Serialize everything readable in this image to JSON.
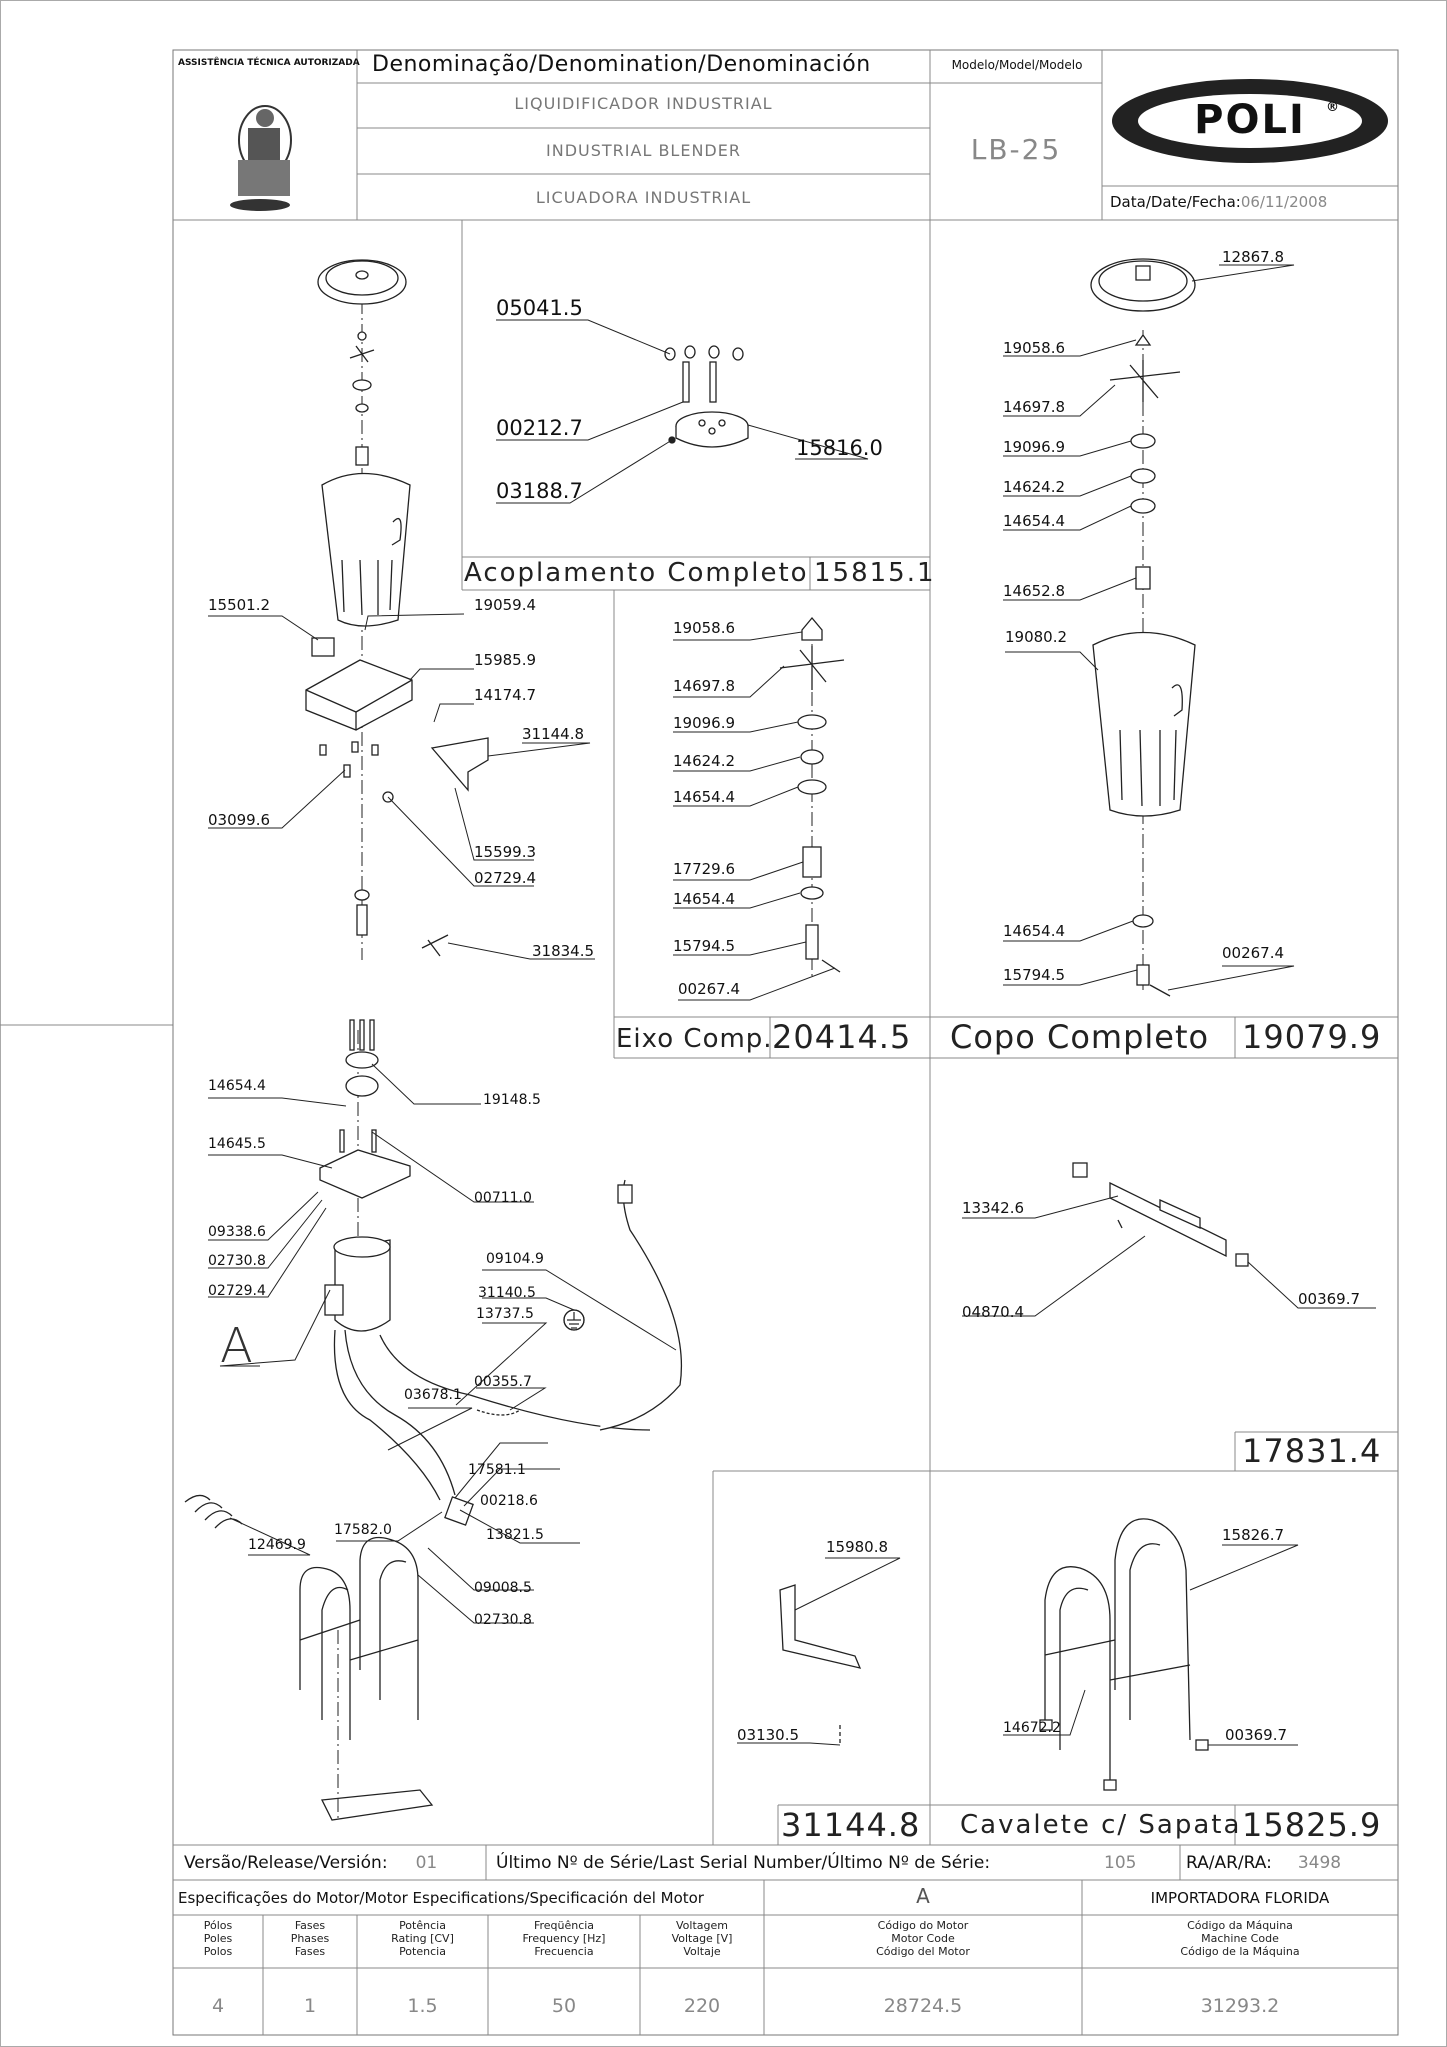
{
  "header": {
    "seal_text": "ASSISTÊNCIA TÉCNICA AUTORIZADA",
    "denomination_label": "Denominação/Denomination/Denominación",
    "name_pt": "LIQUIDIFICADOR INDUSTRIAL",
    "name_en": "INDUSTRIAL BLENDER",
    "name_es": "LICUADORA INDUSTRIAL",
    "model_label": "Modelo/Model/Modelo",
    "model_value": "LB-25",
    "brand": "POLI",
    "brand_mark": "®",
    "date_label": "Data/Date/Fecha:",
    "date_value": "06/11/2008"
  },
  "parts": {
    "p15501_2": "15501.2",
    "p19059_4": "19059.4",
    "p15985_9": "15985.9",
    "p14174_7": "14174.7",
    "p31144_8": "31144.8",
    "p03099_6": "03099.6",
    "p15599_3": "15599.3",
    "p02729_4a": "02729.4",
    "p31834_5": "31834.5",
    "p05041_5": "05041.5",
    "p00212_7": "00212.7",
    "p15816_0": "15816.0",
    "p03188_7": "03188.7",
    "e19058_6": "19058.6",
    "e14697_8": "14697.8",
    "e19096_9": "19096.9",
    "e14624_2": "14624.2",
    "e14654_4a": "14654.4",
    "e17729_6": "17729.6",
    "e14654_4b": "14654.4",
    "e15794_5": "15794.5",
    "e00267_4": "00267.4",
    "c12867_8": "12867.8",
    "c19058_6": "19058.6",
    "c14697_8": "14697.8",
    "c19096_9": "19096.9",
    "c14624_2": "14624.2",
    "c14654_4a": "14654.4",
    "c14652_8": "14652.8",
    "c19080_2": "19080.2",
    "c14654_4b": "14654.4",
    "c15794_5": "15794.5",
    "c00267_4": "00267.4",
    "m14654_4": "14654.4",
    "m19148_5": "19148.5",
    "m14645_5": "14645.5",
    "m00711_0": "00711.0",
    "m09338_6": "09338.6",
    "m02730_8a": "02730.8",
    "m02729_4": "02729.4",
    "m09104_9": "09104.9",
    "m31140_5": "31140.5",
    "m13737_5": "13737.5",
    "m00355_7": "00355.7",
    "m03678_1": "03678.1",
    "m17581_1": "17581.1",
    "m00218_6": "00218.6",
    "m13821_5": "13821.5",
    "m17582_0": "17582.0",
    "m12469_9": "12469.9",
    "m09008_5": "09008.5",
    "m02730_8b": "02730.8",
    "motor_letter": "A",
    "b13342_6": "13342.6",
    "b04870_4": "04870.4",
    "b00369_7": "00369.7",
    "s15980_8": "15980.8",
    "s03130_5": "03130.5",
    "v15826_7": "15826.7",
    "v14672_2": "14672.2",
    "v00369_7": "00369.7"
  },
  "assemblies": {
    "coupling_name": "Acoplamento Completo",
    "coupling_code": "15815.1",
    "shaft_name": "Eixo Comp.",
    "shaft_code": "20414.5",
    "cup_name": "Copo Completo",
    "cup_code": "19079.9",
    "base_code": "17831.4",
    "bracket_code": "31144.8",
    "stand_name": "Cavalete c/ Sapata",
    "stand_code": "15825.9"
  },
  "footer": {
    "version_label": "Versão/Release/Versión:",
    "version_value": "01",
    "serial_label": "Último Nº de Série/Last Serial Number/Último Nº de Série:",
    "serial_value": "105",
    "ra_label": "RA/AR/RA:",
    "ra_value": "3498",
    "motor_spec_label": "Especificações do Motor/Motor Especifications/Specificación del Motor",
    "motor_letter": "A",
    "importer": "IMPORTADORA FLORIDA",
    "columns": [
      {
        "h1": "Pólos",
        "h2": "Poles",
        "h3": "Polos",
        "value": "4"
      },
      {
        "h1": "Fases",
        "h2": "Phases",
        "h3": "Fases",
        "value": "1"
      },
      {
        "h1": "Potência",
        "h2": "Rating [CV]",
        "h3": "Potencia",
        "value": "1.5"
      },
      {
        "h1": "Freqüência",
        "h2": "Frequency [Hz]",
        "h3": "Frecuencia",
        "value": "50"
      },
      {
        "h1": "Voltagem",
        "h2": "Voltage [V]",
        "h3": "Voltaje",
        "value": "220"
      },
      {
        "h1": "Código do Motor",
        "h2": "Motor Code",
        "h3": "Código del Motor",
        "value": "28724.5"
      },
      {
        "h1": "Código da Máquina",
        "h2": "Machine Code",
        "h3": "Código de la Máquina",
        "value": "31293.2"
      }
    ]
  }
}
